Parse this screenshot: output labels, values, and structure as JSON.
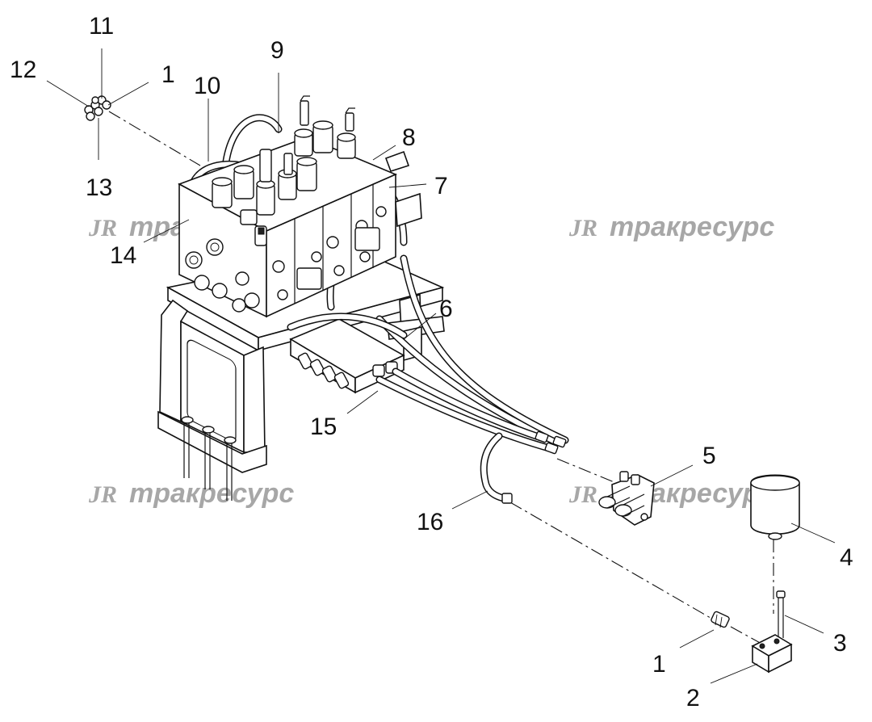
{
  "diagram": {
    "callouts": [
      {
        "id": "c11",
        "label": "11"
      },
      {
        "id": "c12",
        "label": "12"
      },
      {
        "id": "c1a",
        "label": "1"
      },
      {
        "id": "c13",
        "label": "13"
      },
      {
        "id": "c10",
        "label": "10"
      },
      {
        "id": "c9",
        "label": "9"
      },
      {
        "id": "c8",
        "label": "8"
      },
      {
        "id": "c7",
        "label": "7"
      },
      {
        "id": "c14",
        "label": "14"
      },
      {
        "id": "c6",
        "label": "6"
      },
      {
        "id": "c15",
        "label": "15"
      },
      {
        "id": "c5",
        "label": "5"
      },
      {
        "id": "c16",
        "label": "16"
      },
      {
        "id": "c4",
        "label": "4"
      },
      {
        "id": "c3",
        "label": "3"
      },
      {
        "id": "c1b",
        "label": "1"
      },
      {
        "id": "c2",
        "label": "2"
      }
    ],
    "watermark": {
      "logo": "JR",
      "text": "тракресурс"
    }
  }
}
